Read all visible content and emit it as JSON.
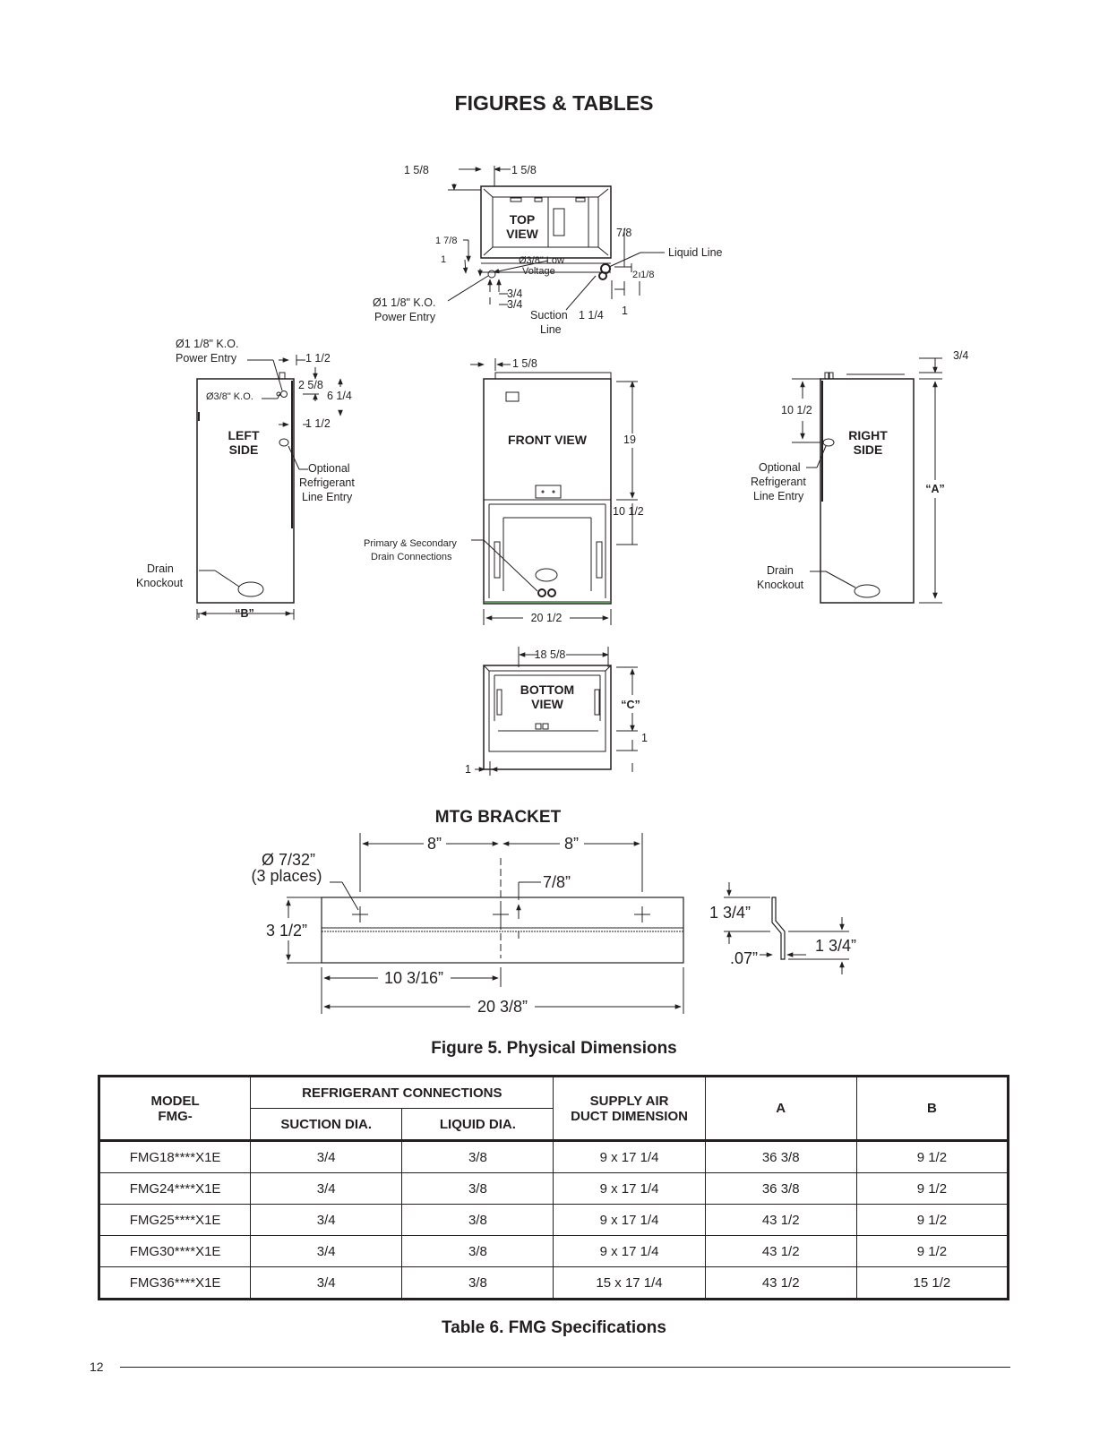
{
  "page": {
    "title": "FIGURES & TABLES",
    "number": "12"
  },
  "figure": {
    "caption": "Figure 5. Physical Dimensions",
    "top_view": {
      "label_line1": "TOP",
      "label_line2": "VIEW",
      "dim_left": "1 5/8",
      "dim_right": "1 5/8",
      "dim_1_7_8": "1 7/8",
      "dim_1": "1",
      "dim_7_8": "7/8",
      "dim_2_1_8": "2 1/8",
      "dim_3_4_a": "3/4",
      "dim_3_4_b": "3/4",
      "dim_1_1_4": "1 1/4",
      "dim_1_bottom": "1",
      "liquid_line": "Liquid Line",
      "low_voltage_line1": "Ø3/8\" Low",
      "low_voltage_line2": "Voltage",
      "power_entry_line1": "Ø1 1/8\" K.O.",
      "power_entry_line2": "Power Entry",
      "suction_line1": "Suction",
      "suction_line2": "Line"
    },
    "left_side": {
      "label_line1": "LEFT",
      "label_line2": "SIDE",
      "power_entry_line1": "Ø1 1/8\" K.O.",
      "power_entry_line2": "Power Entry",
      "ko_label": "Ø3/8\" K.O.",
      "dim_1_1_2_top": "1 1/2",
      "dim_2_5_8": "2 5/8",
      "dim_6_1_4": "6 1/4",
      "dim_1_1_2_bottom": "1 1/2",
      "optional_line1": "Optional",
      "optional_line2": "Refrigerant",
      "optional_line3": "Line Entry",
      "drain_line1": "Drain",
      "drain_line2": "Knockout",
      "dim_b": "“B”"
    },
    "front_view": {
      "label": "FRONT VIEW",
      "dim_1_5_8": "1 5/8",
      "dim_19": "19",
      "dim_10_1_2": "10 1/2",
      "dim_20_1_2": "20 1/2",
      "drain_line1": "Primary & Secondary",
      "drain_line2": "Drain Connections"
    },
    "right_side": {
      "label_line1": "RIGHT",
      "label_line2": "SIDE",
      "dim_3_4": "3/4",
      "dim_10_1_2": "10 1/2",
      "dim_a": "“A”",
      "optional_line1": "Optional",
      "optional_line2": "Refrigerant",
      "optional_line3": "Line Entry",
      "drain_line1": "Drain",
      "drain_line2": "Knockout"
    },
    "bottom_view": {
      "label_line1": "BOTTOM",
      "label_line2": "VIEW",
      "dim_18_5_8": "18 5/8",
      "dim_c": "“C”",
      "dim_1_right": "1",
      "dim_1_left": "1"
    },
    "bracket": {
      "title": "MTG BRACKET",
      "dim_8_left": "8”",
      "dim_8_right": "8”",
      "hole_line1": "Ø 7/32”",
      "hole_line2": "(3 places)",
      "dim_7_8": "7/8”",
      "dim_3_1_2": "3 1/2”",
      "dim_10_3_16": "10 3/16”",
      "dim_20_3_8": "20 3/8”",
      "dim_1_3_4_a": "1 3/4”",
      "dim_1_3_4_b": "1 3/4”",
      "dim_07": ".07”"
    }
  },
  "table": {
    "caption": "Table 6. FMG Specifications",
    "headers": {
      "model_line1": "MODEL",
      "model_line2": "FMG-",
      "refrigerant": "REFRIGERANT CONNECTIONS",
      "suction": "SUCTION DIA.",
      "liquid": "LIQUID DIA.",
      "supply_line1": "SUPPLY AIR",
      "supply_line2": "DUCT DIMENSION",
      "a": "A",
      "b": "B"
    },
    "rows": [
      {
        "model": "FMG18****X1E",
        "suction": "3/4",
        "liquid": "3/8",
        "supply": "9 x 17 1/4",
        "a": "36 3/8",
        "b": "9 1/2"
      },
      {
        "model": "FMG24****X1E",
        "suction": "3/4",
        "liquid": "3/8",
        "supply": "9 x 17 1/4",
        "a": "36 3/8",
        "b": "9 1/2"
      },
      {
        "model": "FMG25****X1E",
        "suction": "3/4",
        "liquid": "3/8",
        "supply": "9 x 17 1/4",
        "a": "43 1/2",
        "b": "9 1/2"
      },
      {
        "model": "FMG30****X1E",
        "suction": "3/4",
        "liquid": "3/8",
        "supply": "9 x 17 1/4",
        "a": "43 1/2",
        "b": "9 1/2"
      },
      {
        "model": "FMG36****X1E",
        "suction": "3/4",
        "liquid": "3/8",
        "supply": "15 x 17 1/4",
        "a": "43 1/2",
        "b": "15 1/2"
      }
    ]
  }
}
